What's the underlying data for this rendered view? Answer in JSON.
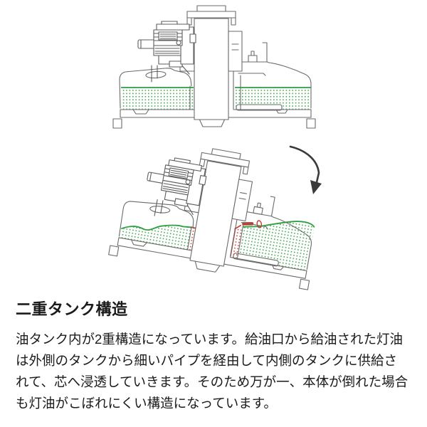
{
  "section": {
    "heading": "二重タンク構造",
    "body_lines": [
      "油タンク内が2重構造になっています。給油口から給油された灯油",
      "は外側のタンクから細いパイプを経由して内側のタンクに供給さ",
      "れて、芯へ浸透していきます。そのため万が一、本体が倒れた場合",
      "も灯油がこぼれにくい構造になっています。"
    ]
  },
  "diagram": {
    "icons": {
      "tilt_arrow": "curved-arrow-down"
    }
  },
  "colors": {
    "background": "#ffffff",
    "accent-green": "#2e9e40",
    "accent-green-dot": "#46a452",
    "accent-red": "#c23b2c",
    "accent-red-dot": "#cc4a3a",
    "line-gray": "#6b6b6b",
    "line-gray-dark": "#5d5d5d",
    "arrow-dark": "#3a3a3a",
    "text-dark": "#1a1a1a"
  }
}
